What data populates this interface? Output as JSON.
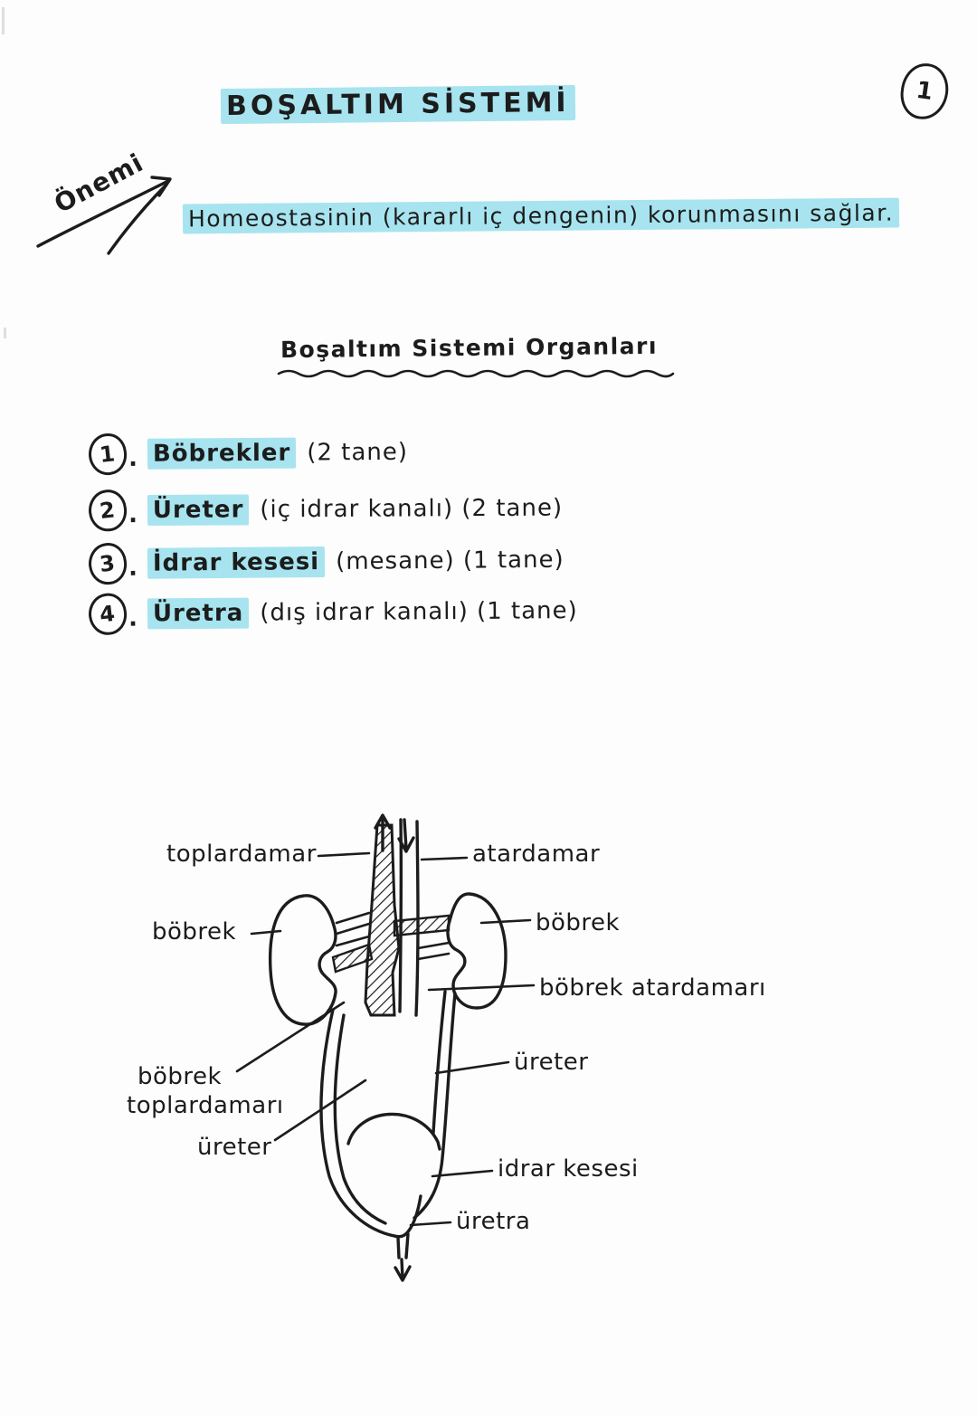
{
  "page": {
    "number": "1",
    "background": "#fdfdfd",
    "ink_color": "#1c1c1c",
    "highlight_color": "#a7e4ef"
  },
  "title": "BOŞALTIM SİSTEMİ",
  "importance": {
    "label": "Önemi",
    "arrow_icon": "up-right-arrow",
    "text": "Homeostasinin (kararlı iç dengenin) korunmasını sağlar."
  },
  "subtitle": "Boşaltım Sistemi Organları",
  "list_dot": ".",
  "organ_list": [
    {
      "number": "1",
      "name": "Böbrekler",
      "detail": "(2 tane)"
    },
    {
      "number": "2",
      "name": "Üreter",
      "detail": "(iç idrar kanalı) (2 tane)"
    },
    {
      "number": "3",
      "name": "İdrar kesesi",
      "detail": "(mesane) (1 tane)"
    },
    {
      "number": "4",
      "name": "Üretra",
      "detail": "(dış idrar kanalı) (1 tane)"
    }
  ],
  "diagram": {
    "labels": {
      "toplardamar": "toplardamar",
      "atardamar": "atardamar",
      "bobrek_left": "böbrek",
      "bobrek_right": "böbrek",
      "bobrek_atardamari": "böbrek atardamarı",
      "ureter_right": "üreter",
      "bobrek_toplardamari_l1": "böbrek",
      "bobrek_toplardamari_l2": "toplardamarı",
      "ureter_left": "üreter",
      "idrar_kesesi": "idrar kesesi",
      "uretra": "üretra"
    },
    "flow_arrows": [
      "up-arrow-icon",
      "down-arrow-icon"
    ]
  }
}
